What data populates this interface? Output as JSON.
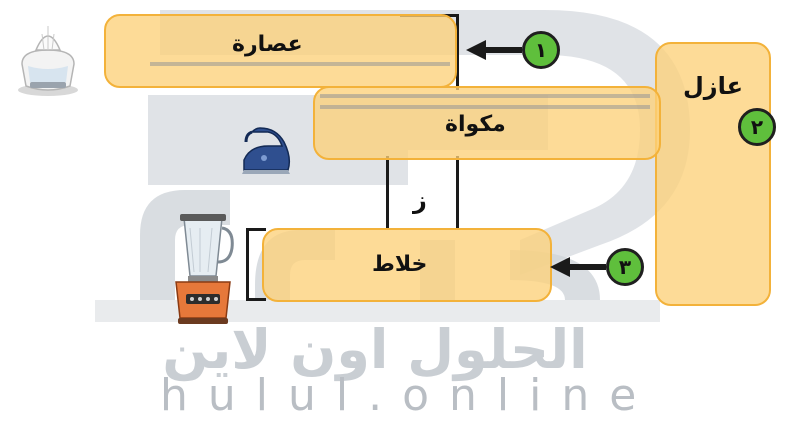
{
  "appliances": {
    "juicer": "عصارة",
    "iron": "مكواة",
    "blender": "خلاط"
  },
  "insulator_label": "عازل",
  "gap_label": "ز",
  "markers": [
    "١",
    "٢",
    "٣"
  ],
  "watermark": {
    "arabic": "الحلول اون لاين",
    "latin": "hulul.online"
  },
  "colors": {
    "box_fill": "#fcd17a",
    "box_border": "#f3b23a",
    "marker_green": "#5fbf3c",
    "watermark_gray": "#c9ced3"
  }
}
